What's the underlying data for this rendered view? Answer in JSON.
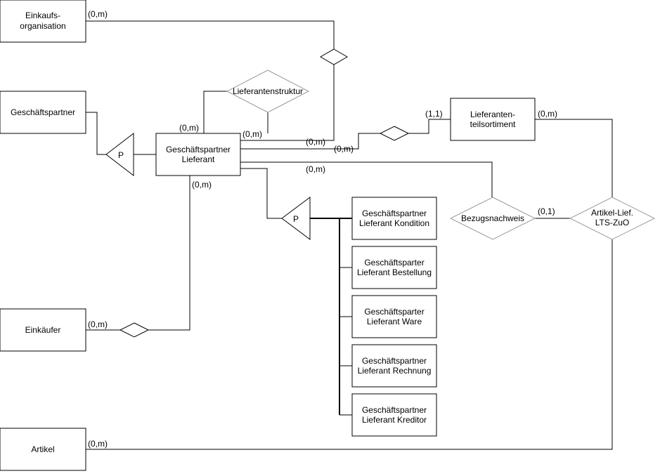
{
  "entities": {
    "einkaufsorganisation": [
      "Einkaufs-",
      "organisation"
    ],
    "geschaeftspartner": [
      "Geschäftspartner"
    ],
    "gp_lieferant": [
      "Geschäftspartner",
      "Lieferant"
    ],
    "lieferantenteilsortiment": [
      "Lieferanten-",
      "teilsortiment"
    ],
    "einkaeufer": [
      "Einkäufer"
    ],
    "artikel": [
      "Artikel"
    ],
    "sub_kondition": [
      "Geschäftspartner",
      "Lieferant Kondition"
    ],
    "sub_bestellung": [
      "Geschäftsparter",
      "Lieferant Bestellung"
    ],
    "sub_ware": [
      "Geschäftsparter",
      "Lieferant Ware"
    ],
    "sub_rechnung": [
      "Geschäftspartner",
      "Lieferant Rechnung"
    ],
    "sub_kreditor": [
      "Geschäftspartner",
      "Lieferant Kreditor"
    ]
  },
  "relationships": {
    "lieferantenstruktur": [
      "Lieferantenstruktur"
    ],
    "bezugsnachweis": [
      "Bezugsnachweis"
    ],
    "artikel_lief": [
      "Artikel-Lief.",
      "LTS-ZuO"
    ]
  },
  "partition_symbol": "P",
  "cardinalities": {
    "einkaufsorg": "(0,m)",
    "lieferantenstruktur_left": "(0,m)",
    "lieferantenstruktur_right": "(0,m)",
    "gpl_einkaufsorg": "(0,m)",
    "gpl_teilsortiment": "(0,m)",
    "gpl_bezug": "(0,m)",
    "gpl_einkaeufer": "(0,m)",
    "teilsortiment_in": "(1,1)",
    "teilsortiment_out": "(0,m)",
    "bezug_out": "(0,1)",
    "einkaeufer": "(0,m)",
    "artikel": "(0,m)"
  }
}
